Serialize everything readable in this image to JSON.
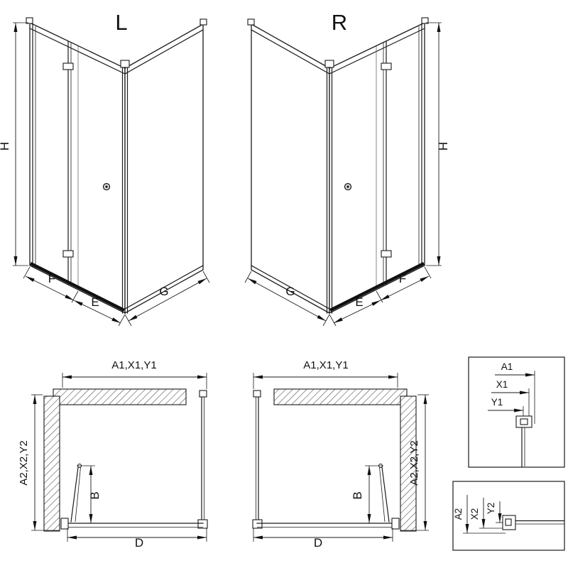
{
  "page": {
    "background": "#ffffff",
    "line_color": "#1a1a1a"
  },
  "views": {
    "iso_left": {
      "variant": "L",
      "dim_h": "H",
      "dim_f": "F",
      "dim_e": "E",
      "dim_g": "G"
    },
    "iso_right": {
      "variant": "R",
      "dim_h": "H",
      "dim_f": "F",
      "dim_e": "E",
      "dim_g": "G"
    },
    "plan_left": {
      "dim_top": "A1,X1,Y1",
      "dim_side": "A2,X2,Y2",
      "dim_b": "B",
      "dim_d": "D"
    },
    "plan_right": {
      "dim_top": "A1,X1,Y1",
      "dim_side": "A2,X2,Y2",
      "dim_b": "B",
      "dim_d": "D"
    },
    "detail_top": {
      "dim_a1": "A1",
      "dim_x1": "X1",
      "dim_y1": "Y1"
    },
    "detail_bottom": {
      "dim_a2": "A2",
      "dim_x2": "X2",
      "dim_y2": "Y2"
    }
  }
}
